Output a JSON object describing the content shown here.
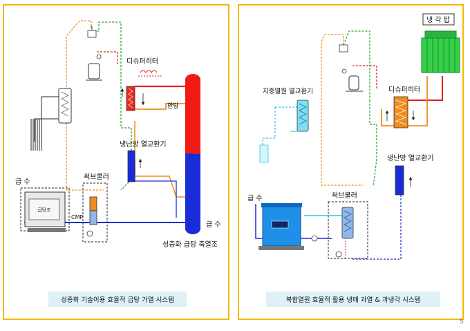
{
  "left_panel": {
    "labels": {
      "desuperheater": "디슈퍼히터",
      "return_water": "환탕",
      "hvac_exchanger": "냉난방 열교환기",
      "subcooler": "써브쿨러",
      "supply_water": "급 수",
      "supply_water_right": "급 수",
      "tank": "성층화 급탕 축열조",
      "cmp": "CMP",
      "unit_box": "급탕조"
    },
    "caption": "성층화 기술이용  효율적 급탕 가열 시스템",
    "border_color": "#f5b800"
  },
  "right_panel": {
    "labels": {
      "cooling_tower": "냉 각 탑",
      "ground_exchanger": "지중열원 열교환기",
      "desuperheater": "디슈퍼히터",
      "hvac_exchanger": "냉난방 열교환기",
      "subcooler": "써브쿨러",
      "supply_water": "급 수"
    },
    "caption": "복합열원 효율적 활용 냉매 과열 & 과냉각 시스템",
    "border_color": "#f5b800"
  },
  "page_number": "5"
}
